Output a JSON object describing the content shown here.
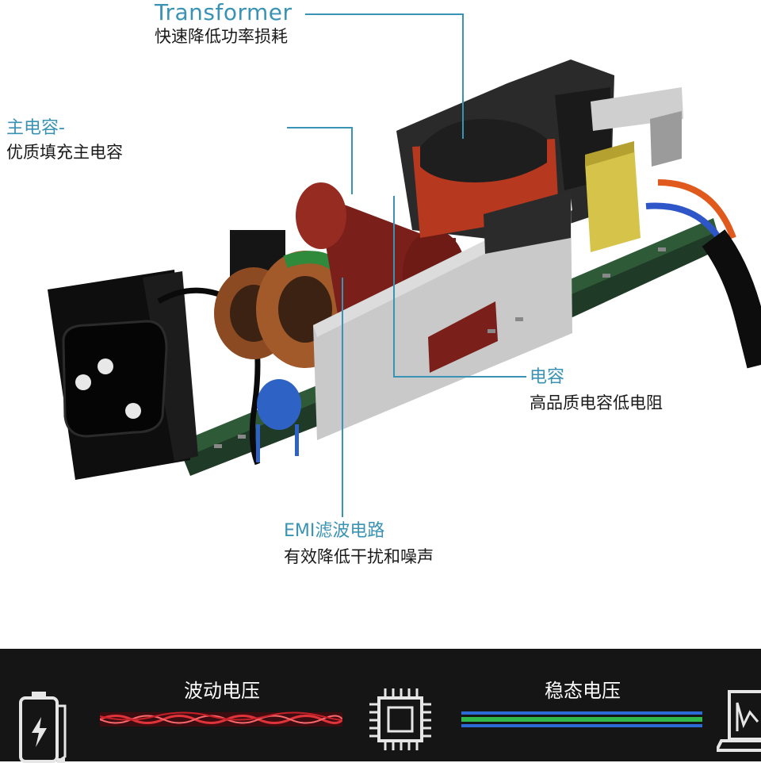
{
  "callouts": {
    "transformer": {
      "title": "Transformer",
      "desc": "快速降低功率损耗"
    },
    "main_capacitor": {
      "title": "主电容-",
      "desc": "优质填充主电容"
    },
    "capacitor": {
      "title": "电容",
      "desc": "高品质电容低电阻"
    },
    "emi_filter": {
      "title": "EMI滤波电路",
      "desc": "有效降低干扰和噪声"
    }
  },
  "bottom_bar": {
    "fluctuating_label": "波动电压",
    "stable_label": "稳态电压",
    "icons": [
      "battery-charging-icon",
      "chip-icon",
      "laptop-icon"
    ]
  },
  "colors": {
    "accent": "#3a93b4",
    "bar_background": "#151515",
    "fluctuating_wave": "#e0333a",
    "stable_line": "#31b84a"
  }
}
